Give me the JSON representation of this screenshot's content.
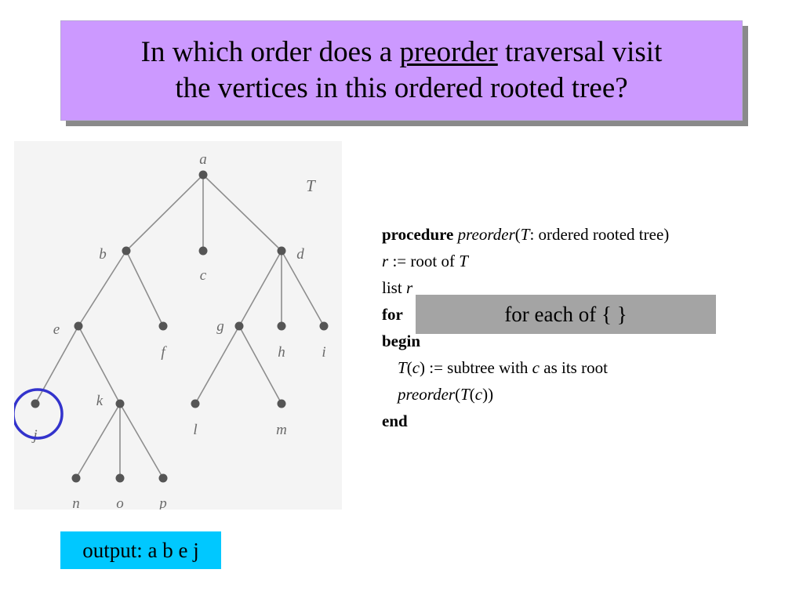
{
  "title": {
    "line1_before": "In which order does a",
    "line1_emphasis": "preorder",
    "line1_after": "traversal visit",
    "line2": "the vertices in this ordered rooted tree?"
  },
  "tree": {
    "tree_label": "T",
    "nodes": [
      "a",
      "b",
      "c",
      "d",
      "e",
      "f",
      "g",
      "h",
      "i",
      "j",
      "k",
      "l",
      "m",
      "n",
      "o",
      "p"
    ],
    "edges": [
      [
        "a",
        "b"
      ],
      [
        "a",
        "c"
      ],
      [
        "a",
        "d"
      ],
      [
        "b",
        "e"
      ],
      [
        "b",
        "f"
      ],
      [
        "d",
        "g"
      ],
      [
        "d",
        "h"
      ],
      [
        "d",
        "i"
      ],
      [
        "e",
        "j"
      ],
      [
        "e",
        "k"
      ],
      [
        "g",
        "l"
      ],
      [
        "g",
        "m"
      ],
      [
        "k",
        "n"
      ],
      [
        "k",
        "o"
      ],
      [
        "k",
        "p"
      ]
    ],
    "highlighted_node": "j",
    "highlight_color": "#3333cc"
  },
  "code": {
    "procedure_keyword": "procedure",
    "procedure_name": "preorder",
    "param_name": "T",
    "param_type": ": ordered rooted tree)",
    "r_var": "r",
    "assign_root": " := root of ",
    "list_word": "list ",
    "for_keyword": "for",
    "begin_keyword": "begin",
    "tc_func": "T",
    "c_var": "c",
    "subtree_with": ") := subtree with ",
    "as_its_root": " as its root",
    "end_keyword": "end"
  },
  "for_box": {
    "text": "for each of { }",
    "color": "#a4a4a4"
  },
  "output": {
    "text": "output: a b e j",
    "color": "#00c8ff"
  },
  "colors": {
    "title_bg": "#cc99ff",
    "title_shadow": "#8a8a8a"
  }
}
